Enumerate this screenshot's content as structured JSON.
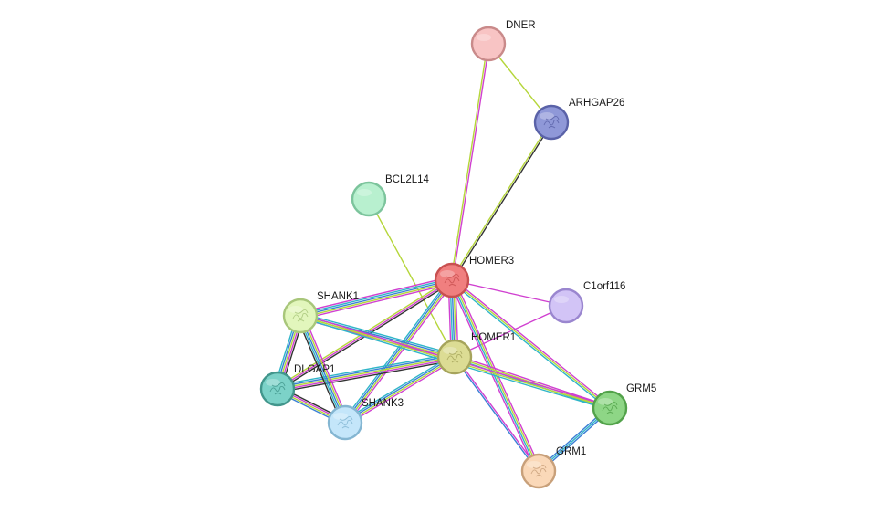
{
  "network": {
    "nodes": [
      {
        "id": "DNER",
        "label": "DNER",
        "fill": "#f8c4c4",
        "stroke": "#c98a8a",
        "icon": "none"
      },
      {
        "id": "ARHGAP26",
        "label": "ARHGAP26",
        "fill": "#8f98d8",
        "stroke": "#5a62a8",
        "icon": "protein-structure-icon"
      },
      {
        "id": "BCL2L14",
        "label": "BCL2L14",
        "fill": "#b8f0cf",
        "stroke": "#7cc49c",
        "icon": "none"
      },
      {
        "id": "HOMER3",
        "label": "HOMER3",
        "fill": "#f07f7f",
        "stroke": "#c85050",
        "icon": "protein-structure-icon"
      },
      {
        "id": "C1orf116",
        "label": "C1orf116",
        "fill": "#d2c4f6",
        "stroke": "#9a86cf",
        "icon": "none"
      },
      {
        "id": "SHANK1",
        "label": "SHANK1",
        "fill": "#e2f6bc",
        "stroke": "#a8c67a",
        "icon": "protein-structure-icon"
      },
      {
        "id": "HOMER1",
        "label": "HOMER1",
        "fill": "#dcdc94",
        "stroke": "#a6a45c",
        "icon": "protein-structure-icon"
      },
      {
        "id": "DLGAP1",
        "label": "DLGAP1",
        "fill": "#7cd2c8",
        "stroke": "#42968c",
        "icon": "protein-structure-icon"
      },
      {
        "id": "SHANK3",
        "label": "SHANK3",
        "fill": "#c4e6fa",
        "stroke": "#84b6d2",
        "icon": "protein-structure-icon"
      },
      {
        "id": "GRM5",
        "label": "GRM5",
        "fill": "#8ed686",
        "stroke": "#52a24a",
        "icon": "protein-structure-icon"
      },
      {
        "id": "GRM1",
        "label": "GRM1",
        "fill": "#fad8b8",
        "stroke": "#c8a07a",
        "icon": "protein-structure-icon"
      }
    ],
    "edges": [
      {
        "source": "DNER",
        "target": "ARHGAP26",
        "colors": [
          "#b5d63a"
        ]
      },
      {
        "source": "DNER",
        "target": "HOMER3",
        "colors": [
          "#d040d0",
          "#b5d63a"
        ]
      },
      {
        "source": "ARHGAP26",
        "target": "HOMER3",
        "colors": [
          "#333333",
          "#b5d63a"
        ]
      },
      {
        "source": "BCL2L14",
        "target": "HOMER1",
        "colors": [
          "#b5d63a"
        ]
      },
      {
        "source": "HOMER3",
        "target": "C1orf116",
        "colors": [
          "#d040d0"
        ]
      },
      {
        "source": "C1orf116",
        "target": "HOMER1",
        "colors": [
          "#d040d0"
        ]
      },
      {
        "source": "HOMER3",
        "target": "HOMER1",
        "colors": [
          "#d040d0",
          "#b5d63a",
          "#3a7fd5",
          "#2fb5c8",
          "#d040d0"
        ]
      },
      {
        "source": "HOMER3",
        "target": "SHANK1",
        "colors": [
          "#d040d0",
          "#b5d63a",
          "#3a7fd5",
          "#2fb5c8",
          "#d040d0"
        ]
      },
      {
        "source": "HOMER3",
        "target": "DLGAP1",
        "colors": [
          "#333333",
          "#d040d0",
          "#b5d63a"
        ]
      },
      {
        "source": "HOMER3",
        "target": "SHANK3",
        "colors": [
          "#d040d0",
          "#b5d63a",
          "#3a7fd5",
          "#2fb5c8"
        ]
      },
      {
        "source": "HOMER3",
        "target": "GRM5",
        "colors": [
          "#d040d0",
          "#b5d63a",
          "#2fb5c8"
        ]
      },
      {
        "source": "HOMER3",
        "target": "GRM1",
        "colors": [
          "#d040d0",
          "#b5d63a",
          "#2fb5c8",
          "#d040d0"
        ]
      },
      {
        "source": "HOMER1",
        "target": "SHANK1",
        "colors": [
          "#d040d0",
          "#b5d63a",
          "#3a7fd5",
          "#2fb5c8"
        ]
      },
      {
        "source": "HOMER1",
        "target": "DLGAP1",
        "colors": [
          "#333333",
          "#d040d0",
          "#b5d63a",
          "#3a7fd5",
          "#2fb5c8"
        ]
      },
      {
        "source": "HOMER1",
        "target": "SHANK3",
        "colors": [
          "#d040d0",
          "#b5d63a",
          "#3a7fd5",
          "#2fb5c8"
        ]
      },
      {
        "source": "HOMER1",
        "target": "GRM5",
        "colors": [
          "#d040d0",
          "#b5d63a",
          "#2fb5c8"
        ]
      },
      {
        "source": "HOMER1",
        "target": "GRM1",
        "colors": [
          "#d040d0",
          "#3a7fd5"
        ]
      },
      {
        "source": "SHANK1",
        "target": "DLGAP1",
        "colors": [
          "#333333",
          "#d040d0",
          "#b5d63a",
          "#3a7fd5",
          "#2fb5c8"
        ]
      },
      {
        "source": "SHANK1",
        "target": "SHANK3",
        "colors": [
          "#d040d0",
          "#b5d63a",
          "#3a7fd5",
          "#2fb5c8",
          "#333333"
        ]
      },
      {
        "source": "SHANK1",
        "target": "GRM5",
        "colors": [
          "#d040d0",
          "#b5d63a",
          "#2fb5c8"
        ]
      },
      {
        "source": "DLGAP1",
        "target": "SHANK3",
        "colors": [
          "#333333",
          "#d040d0",
          "#b5d63a",
          "#3a7fd5"
        ]
      },
      {
        "source": "GRM5",
        "target": "GRM1",
        "colors": [
          "#3a7fd5",
          "#2fb5c8",
          "#3a7fd5"
        ]
      }
    ]
  }
}
